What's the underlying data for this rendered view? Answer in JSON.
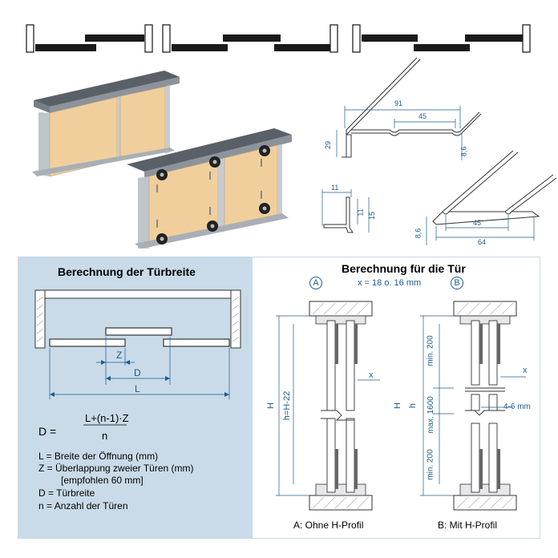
{
  "left_panel": {
    "title": "Berechnung der Türbreite",
    "dim_z": "Z",
    "dim_d": "D",
    "dim_l": "L",
    "formula_lhs": "D =",
    "formula_numerator": "L+(n-1)·Z",
    "formula_denominator": "n",
    "legend": [
      "L = Breite der Öffnung (mm)",
      "Z = Überlappung zweier Türen (mm)",
      "[empfohlen 60 mm]",
      "D = Türbreite",
      "n = Anzahl der Türen"
    ]
  },
  "right_panel": {
    "title": "Berechnung für die Tür",
    "variant_a": "A",
    "variant_b": "B",
    "thickness": "x = 18  o. 16 mm",
    "dim_h": "H",
    "dim_h22": "h=H-22",
    "dim_h_small": "h",
    "dim_x_a": "x",
    "dim_x_b": "x",
    "dim_min200_top": "min. 200",
    "dim_max1600": "max. 1600",
    "dim_min200_bottom": "min. 200",
    "dim_gap": "4-6 mm",
    "caption_a": "A: Ohne H-Profil",
    "caption_b": "B: Mit H-Profil"
  },
  "profile_dims": {
    "top_width": "91",
    "top_inner": "45",
    "top_height": "29",
    "top_depth": "8,6",
    "small_width": "11",
    "small_h1": "11",
    "small_h2": "15",
    "bottom_inner": "45",
    "bottom_width": "64",
    "bottom_height": "8,6"
  },
  "colors": {
    "panel_blue": "#c9dbe8",
    "dim_blue": "#1e5b8c",
    "wood": "#f0cf9c",
    "aluminium": "#c8ccd0"
  }
}
